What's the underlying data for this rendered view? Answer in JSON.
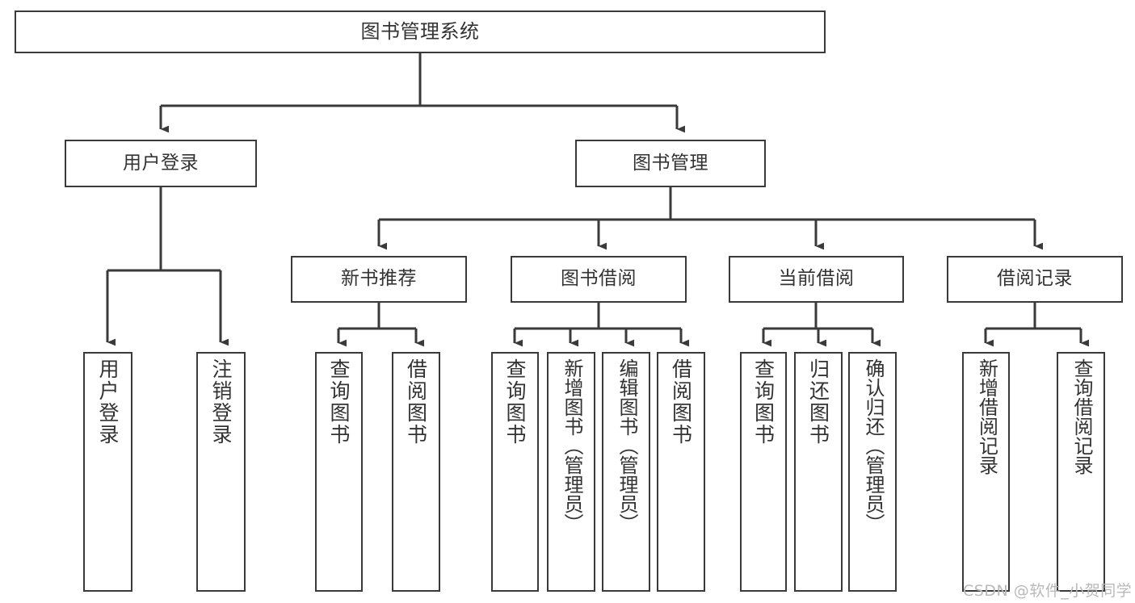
{
  "diagram": {
    "type": "tree-hierarchy-chart",
    "title": "图书管理系统",
    "orientation": "top-down",
    "colors": {
      "box_border": "#3a3a3a",
      "box_fill": "#ffffff",
      "connector": "#3a3a3a",
      "text": "#333333",
      "background": "#ffffff",
      "watermark": "#b9b9b9"
    },
    "watermark": "CSDN @软件_小贺同学",
    "levels": [
      {
        "level": 1,
        "nodes": [
          {
            "id": "root",
            "label": "图书管理系统",
            "orientation": "horizontal"
          }
        ]
      },
      {
        "level": 2,
        "nodes": [
          {
            "id": "login",
            "label": "用户登录",
            "orientation": "horizontal",
            "parent": "root"
          },
          {
            "id": "bookmgmt",
            "label": "图书管理",
            "orientation": "horizontal",
            "parent": "root"
          }
        ]
      },
      {
        "level": 3,
        "nodes": [
          {
            "id": "newbook",
            "label": "新书推荐",
            "orientation": "horizontal",
            "parent": "bookmgmt"
          },
          {
            "id": "borrow",
            "label": "图书借阅",
            "orientation": "horizontal",
            "parent": "bookmgmt"
          },
          {
            "id": "current",
            "label": "当前借阅",
            "orientation": "horizontal",
            "parent": "bookmgmt"
          },
          {
            "id": "records",
            "label": "借阅记录",
            "orientation": "horizontal",
            "parent": "bookmgmt"
          }
        ]
      },
      {
        "level": 4,
        "nodes": [
          {
            "id": "leaf-user-login",
            "label": "用户登录",
            "orientation": "vertical",
            "parent": "login"
          },
          {
            "id": "leaf-user-logout",
            "label": "注销登录",
            "orientation": "vertical",
            "parent": "login"
          },
          {
            "id": "leaf-query-book-1",
            "label": "查询图书",
            "orientation": "vertical",
            "parent": "newbook"
          },
          {
            "id": "leaf-borrow-book-1",
            "label": "借阅图书",
            "orientation": "vertical",
            "parent": "newbook"
          },
          {
            "id": "leaf-query-book-2",
            "label": "查询图书",
            "orientation": "vertical",
            "parent": "borrow"
          },
          {
            "id": "leaf-add-book",
            "label": "新增图书（管理员）",
            "orientation": "vertical",
            "parent": "borrow"
          },
          {
            "id": "leaf-edit-book",
            "label": "编辑图书（管理员）",
            "orientation": "vertical",
            "parent": "borrow"
          },
          {
            "id": "leaf-borrow-book-2",
            "label": "借阅图书",
            "orientation": "vertical",
            "parent": "borrow"
          },
          {
            "id": "leaf-query-book-3",
            "label": "查询图书",
            "orientation": "vertical",
            "parent": "current"
          },
          {
            "id": "leaf-return-book",
            "label": "归还图书",
            "orientation": "vertical",
            "parent": "current"
          },
          {
            "id": "leaf-confirm-return",
            "label": "确认归还（管理员）",
            "orientation": "vertical",
            "parent": "current"
          },
          {
            "id": "leaf-add-record",
            "label": "新增借阅记录",
            "orientation": "vertical",
            "parent": "records"
          },
          {
            "id": "leaf-query-record",
            "label": "查询借阅记录",
            "orientation": "vertical",
            "parent": "records"
          }
        ]
      }
    ]
  }
}
